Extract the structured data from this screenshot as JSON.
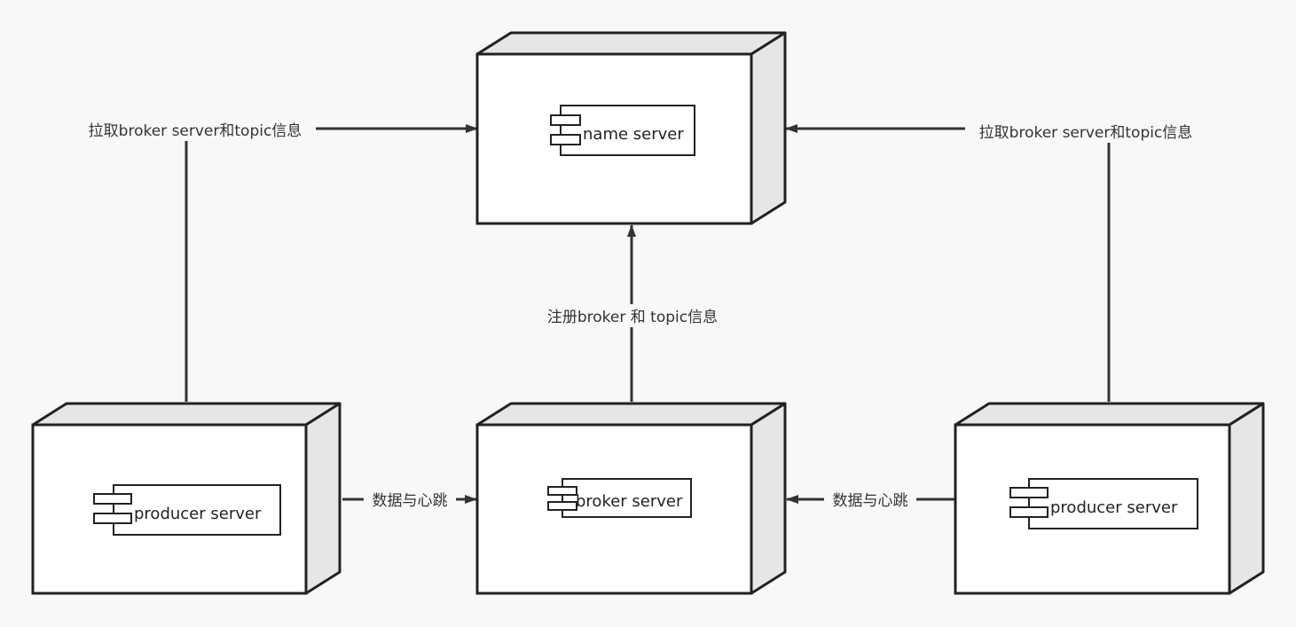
{
  "colors": {
    "background": "#f8f8f8",
    "node_face": "#ffffff",
    "node_side": "#e6e6e6",
    "stroke": "#222222",
    "edge": "#333333",
    "label_text": "#333333"
  },
  "nodes": {
    "name_server": {
      "label": "name server",
      "icon": "component-icon"
    },
    "producer_left": {
      "label": "producer server",
      "icon": "component-icon"
    },
    "broker": {
      "label": "broker server",
      "icon": "component-icon"
    },
    "producer_right": {
      "label": "producer server",
      "icon": "component-icon"
    }
  },
  "edges": {
    "left_pull": {
      "label": "拉取broker server和topic信息",
      "from": "producer_left",
      "to": "name_server"
    },
    "right_pull": {
      "label": "拉取broker server和topic信息",
      "from": "producer_right",
      "to": "name_server"
    },
    "broker_register": {
      "label": "注册broker 和 topic信息",
      "from": "broker",
      "to": "name_server"
    },
    "left_data": {
      "label": "数据与心跳",
      "from": "producer_left",
      "to": "broker"
    },
    "right_data": {
      "label": "数据与心跳",
      "from": "producer_right",
      "to": "broker"
    }
  }
}
